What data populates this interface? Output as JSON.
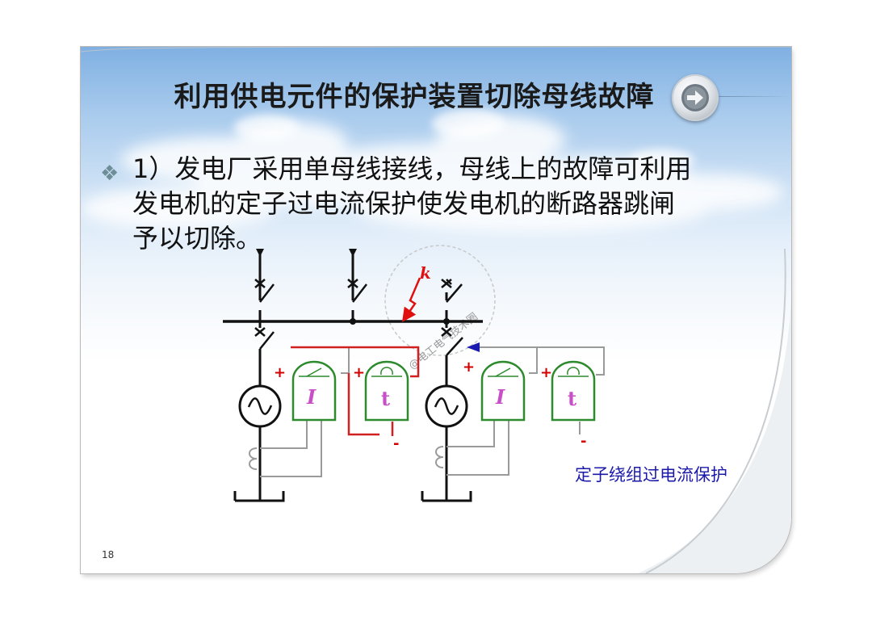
{
  "slide": {
    "title": "利用供电元件的保护装置切除母线故障",
    "page_number": "18",
    "bullet_icon": "diamond-bullet-icon",
    "bullet_lines": [
      "1）发电厂采用单母线接线，母线上的故障可利用",
      "发电机的定子过电流保护使发电机的断路器跳闸",
      "予以切除。"
    ],
    "next_button_icon": "arrow-right-icon"
  },
  "diagram": {
    "fault_label": "k",
    "relay_current_label": "I",
    "relay_time_label": "t",
    "plus_sign": "+",
    "minus_sign": "-",
    "caption": "定子绕组过电流保护",
    "watermark": "@电工电气技术圈"
  },
  "colors": {
    "wire": "#111111",
    "relay": "#2d8a2d",
    "secondary_wire": "#9a9a9a",
    "trip_circuit": "#d02020",
    "fault_arrow": "#e01010",
    "trip_arrow": "#1a1ab0",
    "caption": "#1b1aa8",
    "relay_label": "#c84fc8"
  }
}
